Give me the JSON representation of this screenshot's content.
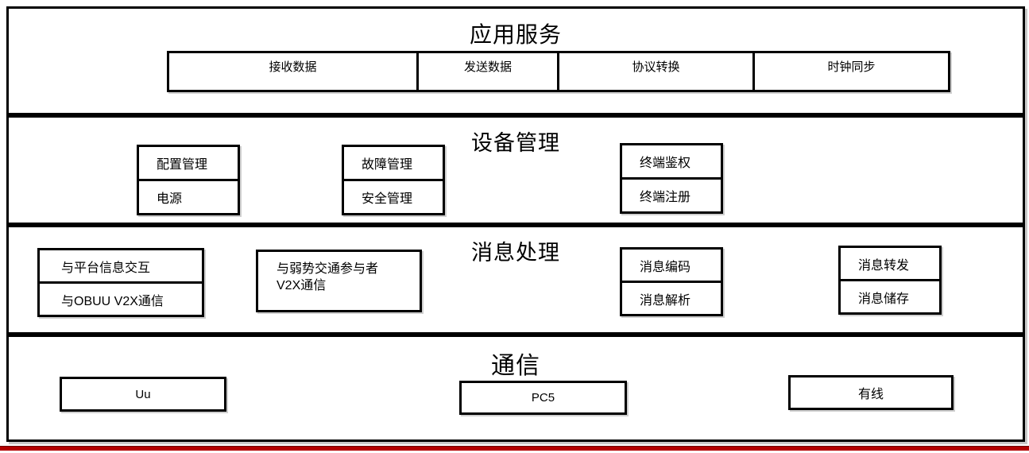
{
  "diagram": {
    "layer1": {
      "title": "应用服务",
      "boxes": [
        {
          "label": "接收数据"
        },
        {
          "label": "发送数据"
        },
        {
          "label": "协议转换"
        },
        {
          "label": "时钟同步"
        }
      ]
    },
    "layer2": {
      "title": "设备管理",
      "stack1": {
        "top": "配置管理",
        "bottom": "电源"
      },
      "stack2": {
        "top": "故障管理",
        "bottom": "安全管理"
      },
      "stack3": {
        "top": "终端鉴权",
        "bottom": "终端注册"
      }
    },
    "layer3": {
      "title": "消息处理",
      "stack1": {
        "top": "与平台信息交互",
        "bottom": "与OBUU V2X通信"
      },
      "vru_box": {
        "line1": "与弱势交通参与者",
        "line2": "V2X通信"
      },
      "stack2": {
        "top": "消息编码",
        "bottom": "消息解析"
      },
      "stack3": {
        "top": "消息转发",
        "bottom": "消息储存"
      }
    },
    "layer4": {
      "title": "通信",
      "boxes": [
        {
          "label": "Uu"
        },
        {
          "label": "PC5"
        },
        {
          "label": "有线"
        }
      ]
    },
    "colors": {
      "border": "#000000",
      "accent_bar": "#b30000",
      "shadow": "#c8c8c8"
    }
  }
}
